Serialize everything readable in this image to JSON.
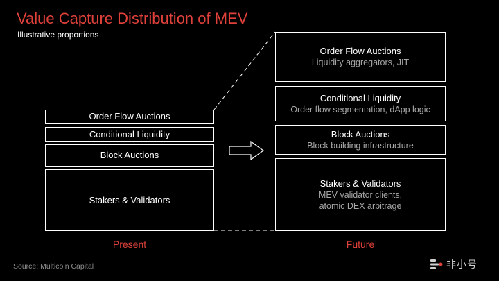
{
  "header": {
    "title": "Value Capture Distribution of MEV",
    "subtitle": "Illustrative proportions"
  },
  "present": {
    "label": "Present",
    "boxes": [
      {
        "name": "Order Flow Auctions"
      },
      {
        "name": "Conditional Liquidity"
      },
      {
        "name": "Block Auctions"
      },
      {
        "name": "Stakers & Validators"
      }
    ]
  },
  "future": {
    "label": "Future",
    "boxes": [
      {
        "name": "Order Flow Auctions",
        "desc": "Liquidity aggregators, JIT"
      },
      {
        "name": "Conditional Liquidity",
        "desc": "Order flow segmentation, dApp logic"
      },
      {
        "name": "Block Auctions",
        "desc": "Block building infrastructure"
      },
      {
        "name": "Stakers & Validators",
        "desc": "MEV validator clients,",
        "desc2": "atomic DEX arbitrage"
      }
    ]
  },
  "footer": {
    "source": "Source: Multicoin Capital",
    "watermark": "非小号"
  },
  "colors": {
    "accent": "#e0413a",
    "background": "#000000",
    "border": "#ffffff",
    "secondary_text": "#a6a6a6"
  },
  "icons": {
    "arrow": "right-arrow-icon",
    "watermark_logo": "logo-icon"
  }
}
